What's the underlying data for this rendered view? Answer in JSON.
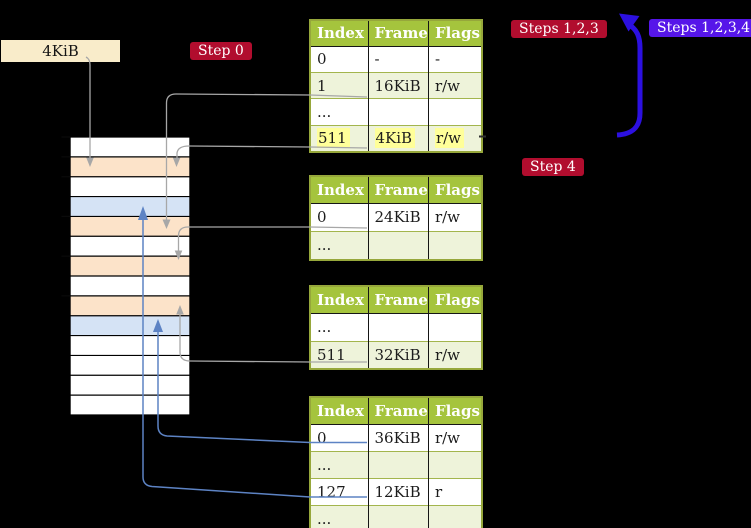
{
  "labels": {
    "page_size": "4KiB",
    "step0": "Step 0",
    "steps123": "Steps 1,2,3",
    "steps1234": "Steps 1,2,3,4",
    "step4": "Step 4"
  },
  "colors": {
    "crimson": "#b10d2e",
    "violet": "#5616e9",
    "loop_blue": "#2c10e0",
    "cream": "#f9ecca",
    "header_green": "#a5c43d",
    "row_green": "#eef3da",
    "border_olive": "#96a73b",
    "row_divider": "#a3b54d",
    "column_divider": "#151515",
    "highlight_yellow": "#ffff99",
    "peach": "#fce3c9",
    "light_blue": "#d5e3f5",
    "gray_line": "#a7a7a7",
    "blue_line": "#5d83c4",
    "white": "#ffffff",
    "text": "#1c1c1c"
  },
  "tables": [
    {
      "name": "page-table-1",
      "headers": [
        "Index",
        "Frame",
        "Flags"
      ],
      "rows": [
        {
          "cells": [
            "0",
            "-",
            "-"
          ],
          "bg": "white",
          "highlight": false
        },
        {
          "cells": [
            "1",
            "16KiB",
            "r/w"
          ],
          "bg": "green",
          "highlight": false
        },
        {
          "cells": [
            "...",
            "",
            ""
          ],
          "bg": "white",
          "highlight": false
        },
        {
          "cells": [
            "511",
            "4KiB",
            "r/w"
          ],
          "bg": "green",
          "highlight": true
        }
      ]
    },
    {
      "name": "page-table-2",
      "headers": [
        "Index",
        "Frame",
        "Flags"
      ],
      "rows": [
        {
          "cells": [
            "0",
            "24KiB",
            "r/w"
          ],
          "bg": "white",
          "highlight": false
        },
        {
          "cells": [
            "...",
            "",
            ""
          ],
          "bg": "green",
          "highlight": false
        }
      ]
    },
    {
      "name": "page-table-3",
      "headers": [
        "Index",
        "Frame",
        "Flags"
      ],
      "rows": [
        {
          "cells": [
            "...",
            "",
            ""
          ],
          "bg": "white",
          "highlight": false
        },
        {
          "cells": [
            "511",
            "32KiB",
            "r/w"
          ],
          "bg": "green",
          "highlight": false
        }
      ]
    },
    {
      "name": "page-table-4",
      "headers": [
        "Index",
        "Frame",
        "Flags"
      ],
      "rows": [
        {
          "cells": [
            "0",
            "36KiB",
            "r/w"
          ],
          "bg": "white",
          "highlight": false
        },
        {
          "cells": [
            "...",
            "",
            ""
          ],
          "bg": "green",
          "highlight": false
        },
        {
          "cells": [
            "127",
            "12KiB",
            "r"
          ],
          "bg": "white",
          "highlight": false
        },
        {
          "cells": [
            "...",
            "",
            ""
          ],
          "bg": "green",
          "highlight": false
        }
      ]
    }
  ],
  "memory_strip": {
    "rows": [
      "white",
      "peach",
      "white",
      "blue",
      "peach",
      "white",
      "peach",
      "white",
      "peach",
      "blue",
      "white",
      "white",
      "white",
      "white"
    ],
    "ticks": [
      0,
      1,
      2,
      4,
      6,
      8
    ]
  },
  "connectors": [
    {
      "id": "label-to-frame",
      "from": "page-size-label",
      "to": "memory-row-2",
      "color": "gray"
    },
    {
      "id": "t1-row1",
      "from": "page-table-1-row-1",
      "to": "memory-row-5",
      "color": "gray"
    },
    {
      "id": "t1-row511",
      "from": "page-table-1-row-511",
      "to": "memory-row-2",
      "color": "gray"
    },
    {
      "id": "t2-row0",
      "from": "page-table-2-row-0",
      "to": "memory-row-7",
      "color": "gray"
    },
    {
      "id": "t3-row511",
      "from": "page-table-3-row-511",
      "to": "memory-row-9",
      "color": "gray"
    },
    {
      "id": "t4-row0",
      "from": "page-table-4-row-0",
      "to": "memory-row-10",
      "color": "blue"
    },
    {
      "id": "t4-row127",
      "from": "page-table-4-row-127",
      "to": "memory-row-4",
      "color": "blue"
    },
    {
      "id": "loop",
      "from": "page-table-1-row-511",
      "to": "page-table-1",
      "color": "loop"
    }
  ]
}
